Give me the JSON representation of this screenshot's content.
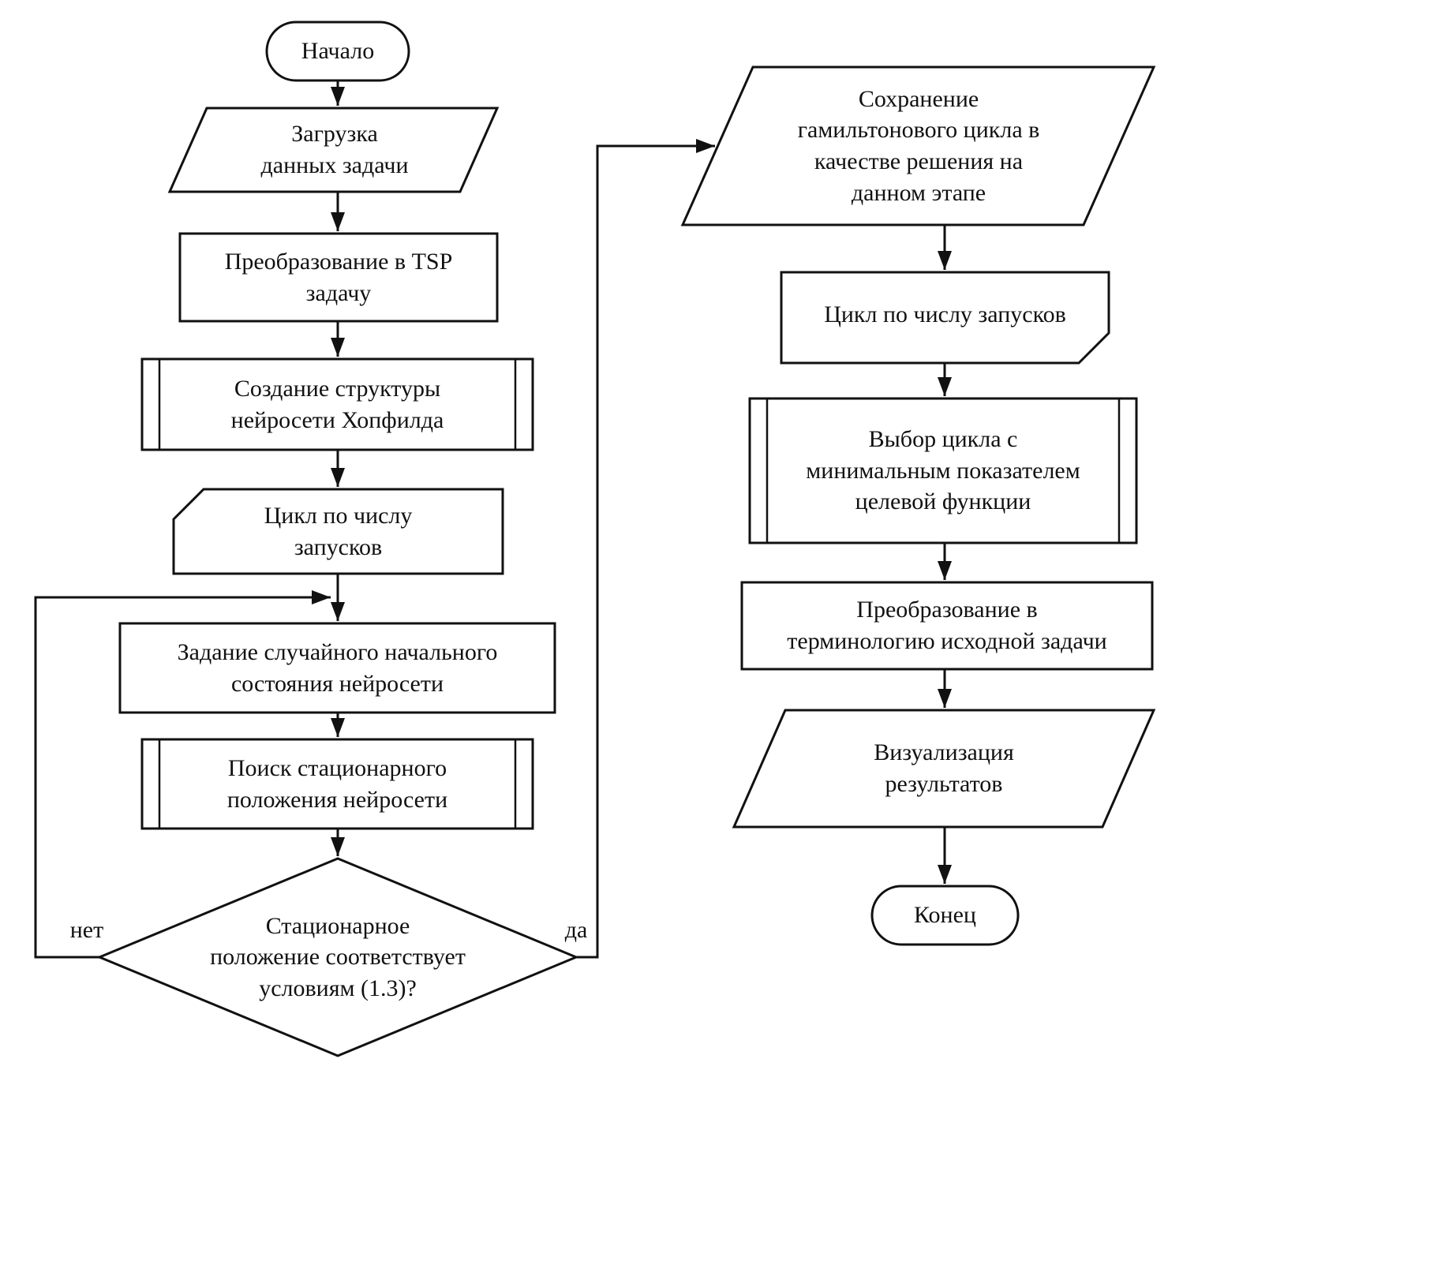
{
  "diagram": {
    "title": "Hopfield network TSP algorithm flowchart",
    "colors": {
      "stroke": "#111111",
      "background": "#ffffff",
      "text": "#111111"
    },
    "nodes": {
      "start": {
        "label": "Начало"
      },
      "load_data": {
        "label": "Загрузка\nданных задачи"
      },
      "to_tsp": {
        "label": "Преобразование в TSP\nзадачу"
      },
      "create_network": {
        "label": "Создание структуры\nнейросети Хопфилда"
      },
      "loop_start": {
        "label": "Цикл по числу\nзапусков"
      },
      "random_state": {
        "label": "Задание случайного начального\nсостояния нейросети"
      },
      "find_stationary": {
        "label": "Поиск стационарного\nположения нейросети"
      },
      "decision": {
        "label": "Стационарное\nположение соответствует\nусловиям (1.3)?"
      },
      "save_cycle": {
        "label": "Сохранение\nгамильтонового цикла в\nкачестве решения на\nданном этапе"
      },
      "loop_end": {
        "label": "Цикл по числу запусков"
      },
      "select_cycle": {
        "label": "Выбор цикла с\nминимальным показателем\nцелевой функции"
      },
      "convert_back": {
        "label": "Преобразование в\nтерминологию исходной задачи"
      },
      "visualize": {
        "label": "Визуализация\nрезультатов"
      },
      "end": {
        "label": "Конец"
      }
    },
    "edges": {
      "no_label": "нет",
      "yes_label": "да"
    }
  }
}
